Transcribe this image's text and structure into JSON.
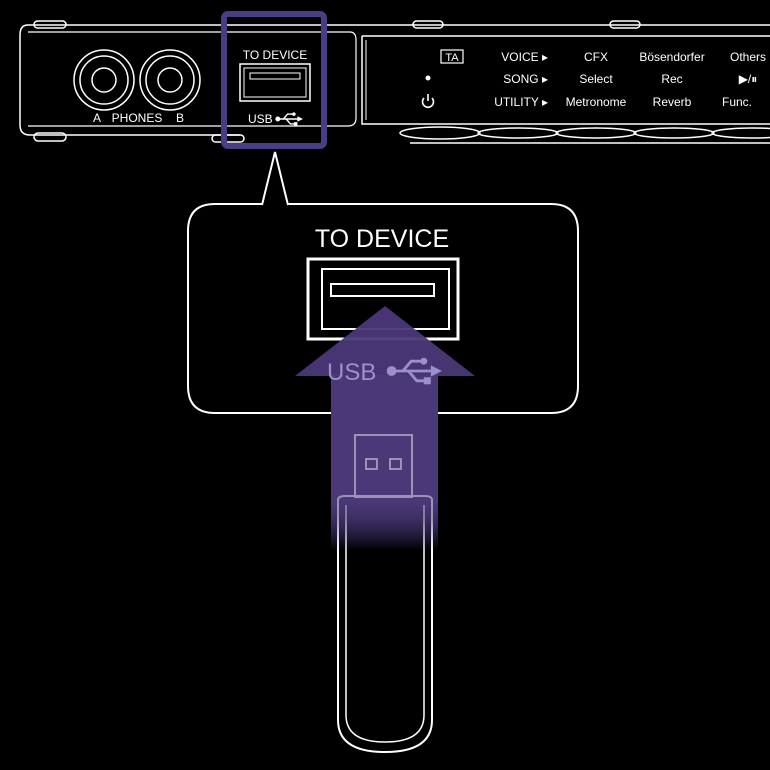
{
  "panel": {
    "phones": {
      "label_a": "A",
      "label": "PHONES",
      "label_b": "B"
    },
    "usb_port": {
      "title": "TO DEVICE",
      "label": "USB"
    },
    "controls": {
      "ta_label": "TA",
      "rows": [
        [
          "VOICE ▸",
          "CFX",
          "Bösendorfer",
          "Others"
        ],
        [
          "SONG ▸",
          "Select",
          "Rec",
          "▶/⏸"
        ],
        [
          "UTILITY ▸",
          "Metronome",
          "Reverb",
          "Func."
        ]
      ]
    }
  },
  "callout": {
    "title": "TO DEVICE",
    "usb_label": "USB"
  },
  "colors": {
    "highlight": "#4b3d84",
    "arrow": "#4a3878",
    "arrow_text": "#9d8fc9",
    "line": "#ffffff",
    "background": "#000000"
  },
  "icons": [
    "headphone-jack-icon",
    "usb-port-icon",
    "usb-symbol-icon",
    "power-icon",
    "arrow-up-icon",
    "usb-flash-drive-icon"
  ]
}
